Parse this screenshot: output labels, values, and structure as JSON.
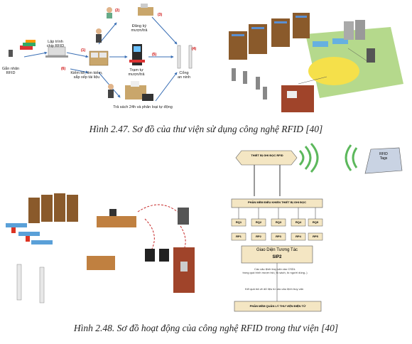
{
  "caption_top": "Hình 2.47. Sơ đồ của thư viện sử dụng công nghệ RFID [40]",
  "caption_bottom": "Hình 2.48. Sơ đồ hoạt động của công nghệ RFID trong thư viện [40]",
  "fig47_left": {
    "labels": {
      "tag_label": "Gắn nhãn\nRFID",
      "programming": "Lập trình\nchip RFID",
      "inventory": "Kiểm kê, tìm kiếm,\nsắp xếp tài liệu",
      "register": "Đăng ký\nmượn/trả",
      "self_station": "Trạm tự\nmượn/trả",
      "security_gate": "Cổng\nan ninh",
      "return_24h": "Trả sách 24h và phân loại tự động"
    },
    "numbers": [
      "(1)",
      "(2)",
      "(3)",
      "(4)",
      "(5)",
      "(6)"
    ]
  },
  "fig48_right": {
    "reader_device": "THIẾT BỊ GHI ĐỌC RFID",
    "rfid_tags": "RFID\nTags",
    "control_software": "PHẦN MỀM ĐIỀU KHIỂN THIẾT BỊ GHI ĐỌC",
    "rq_labels": [
      "RQ1",
      "RQ2",
      "RQ3",
      "RQ4",
      "RQ5"
    ],
    "rp_labels": [
      "RP1",
      "RP2",
      "RP3",
      "RP4",
      "RP5"
    ],
    "interface_title": "Giao Diện Tương Tác",
    "interface_sub": "SIP2",
    "cmd_text": "Các câu lệnh truy vấn vào CSDL\ntrong quá trình mượn trả ( tồ sách, tồ người dùng..)",
    "result_text": "Kết quả trả về dữ liệu từ các câu lệnh truy vấn",
    "library_software": "PHẦN MỀM QUẢN LÝ THƯ VIỆN ĐIỆN TỬ"
  },
  "colors": {
    "shelf": "#8a5a2b",
    "arrow_blue": "#3a6fb5",
    "arrow_red": "#c62828",
    "box_fill": "#f4e6c3",
    "wave_green": "#5cb85c",
    "wall_brick": "#a0442a",
    "floor_green": "#9ccc65",
    "floor_yellow": "#f5e04a"
  }
}
